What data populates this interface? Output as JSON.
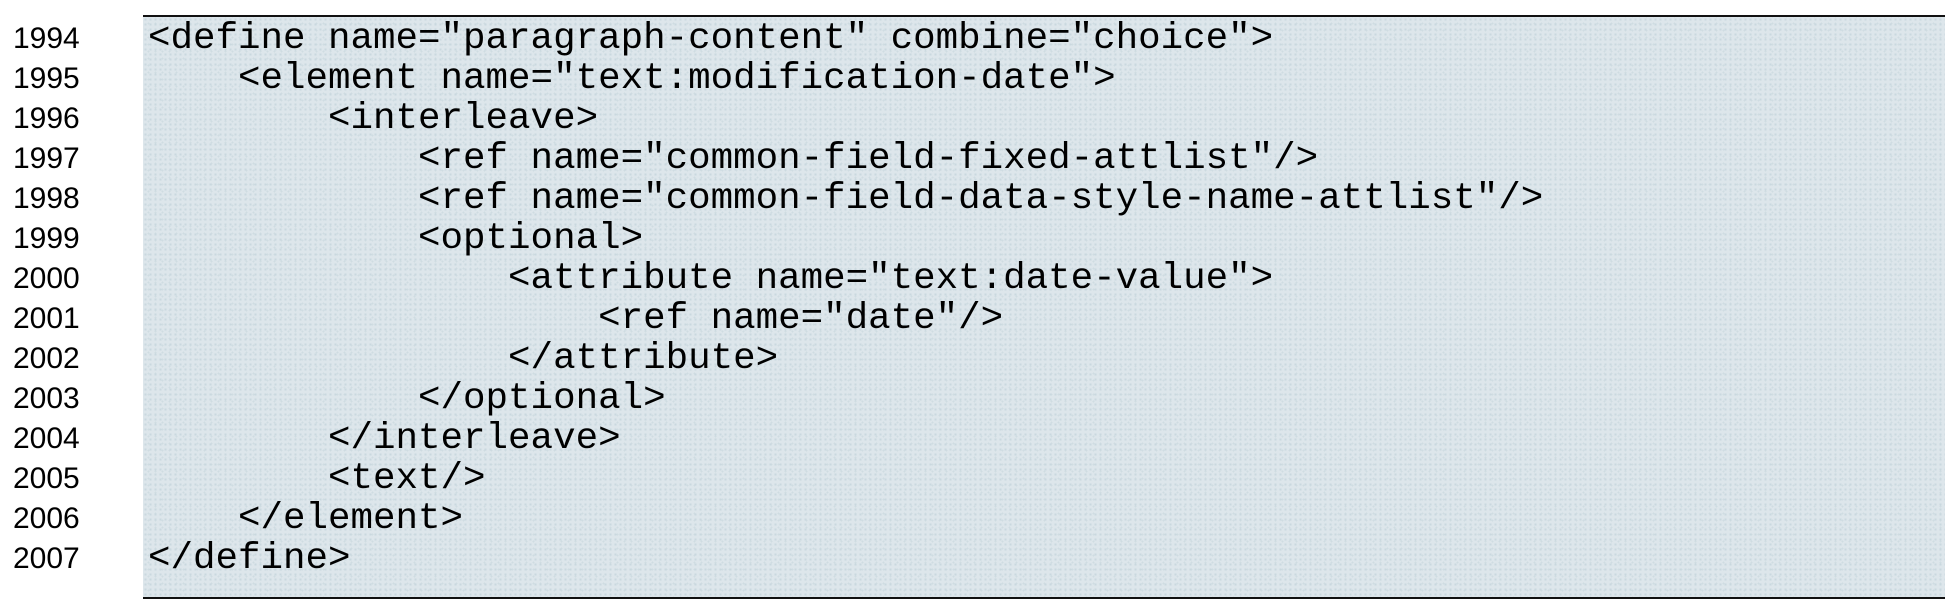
{
  "listing": {
    "description": "RELAX NG schema code listing",
    "lines": [
      {
        "num": "1994",
        "code": "<define name=\"paragraph-content\" combine=\"choice\">"
      },
      {
        "num": "1995",
        "code": "    <element name=\"text:modification-date\">"
      },
      {
        "num": "1996",
        "code": "        <interleave>"
      },
      {
        "num": "1997",
        "code": "            <ref name=\"common-field-fixed-attlist\"/>"
      },
      {
        "num": "1998",
        "code": "            <ref name=\"common-field-data-style-name-attlist\"/>"
      },
      {
        "num": "1999",
        "code": "            <optional>"
      },
      {
        "num": "2000",
        "code": "                <attribute name=\"text:date-value\">"
      },
      {
        "num": "2001",
        "code": "                    <ref name=\"date\"/>"
      },
      {
        "num": "2002",
        "code": "                </attribute>"
      },
      {
        "num": "2003",
        "code": "            </optional>"
      },
      {
        "num": "2004",
        "code": "        </interleave>"
      },
      {
        "num": "2005",
        "code": "        <text/>"
      },
      {
        "num": "2006",
        "code": "    </element>"
      },
      {
        "num": "2007",
        "code": "</define>"
      }
    ]
  },
  "colors": {
    "page_bg": "#ffffff",
    "panel_bg": "#dde6eb",
    "panel_rule": "#111111",
    "text": "#000000"
  }
}
